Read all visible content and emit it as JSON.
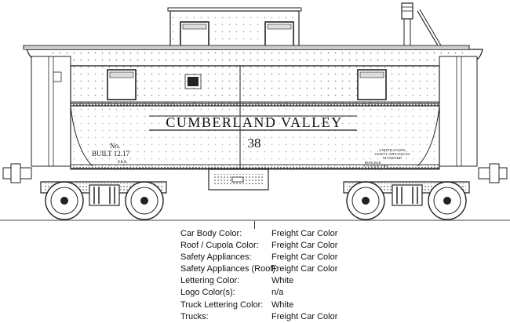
{
  "car": {
    "railroad_name": "CUMBERLAND VALLEY",
    "car_number": "38",
    "number_abbrev": "No.",
    "built_date": "BUILT 12.17",
    "shop_code": "P.R.R.",
    "safety_text_line1": "UNITED STATES",
    "safety_text_line2": "SAFETY APPLIANCES",
    "safety_text_line3": "STANDARD",
    "repacked_line1": "REPACKED",
    "repacked_line2": "C.V. 5-26-27 P.R.R."
  },
  "spec_table": {
    "rows": [
      {
        "label": "Car Body Color:",
        "value": "Freight Car Color"
      },
      {
        "label": "Roof / Cupola Color:",
        "value": "Freight Car Color"
      },
      {
        "label": "Safety Appliances:",
        "value": "Freight Car Color"
      },
      {
        "label": "Safety Appliances (Roof):",
        "value": "Freight Car Color"
      },
      {
        "label": "Lettering Color:",
        "value": "White"
      },
      {
        "label": "Logo Color(s):",
        "value": "n/a"
      },
      {
        "label": "Truck Lettering Color:",
        "value": "White"
      },
      {
        "label": "Trucks:",
        "value": "Freight Car Color"
      }
    ]
  }
}
